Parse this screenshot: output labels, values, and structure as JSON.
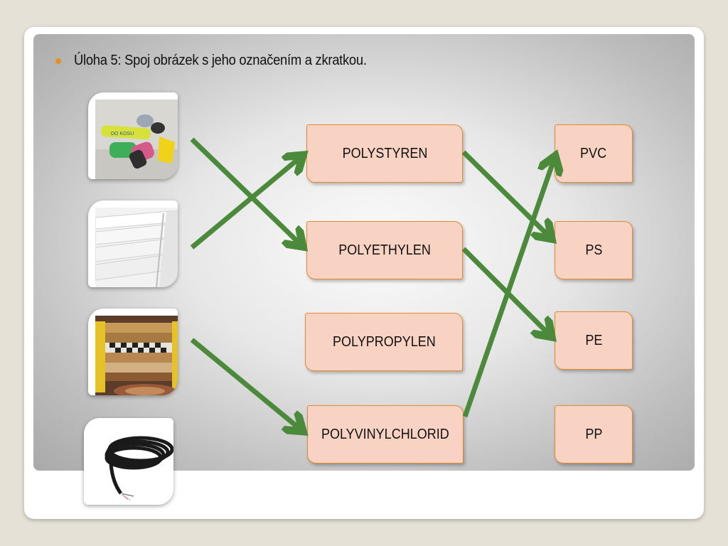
{
  "title": "Úloha 5: Spoj obrázek s jeho označením a zkratkou.",
  "photos": [
    {
      "name": "trash-bags-photo"
    },
    {
      "name": "polystyrene-boards-photo"
    },
    {
      "name": "floor-carpets-photo"
    },
    {
      "name": "electric-cable-photo"
    }
  ],
  "materials": [
    "POLYSTYREN",
    "POLYETHYLEN",
    "POLYPROPYLEN",
    "POLYVINYLCHLORID"
  ],
  "abbreviations": [
    "PVC",
    "PS",
    "PE",
    "PP"
  ],
  "colors": {
    "accent": "#e8901f",
    "box_fill": "#f8d2c3",
    "box_border": "#e48a2d",
    "arrow": "#4a8a3a"
  }
}
